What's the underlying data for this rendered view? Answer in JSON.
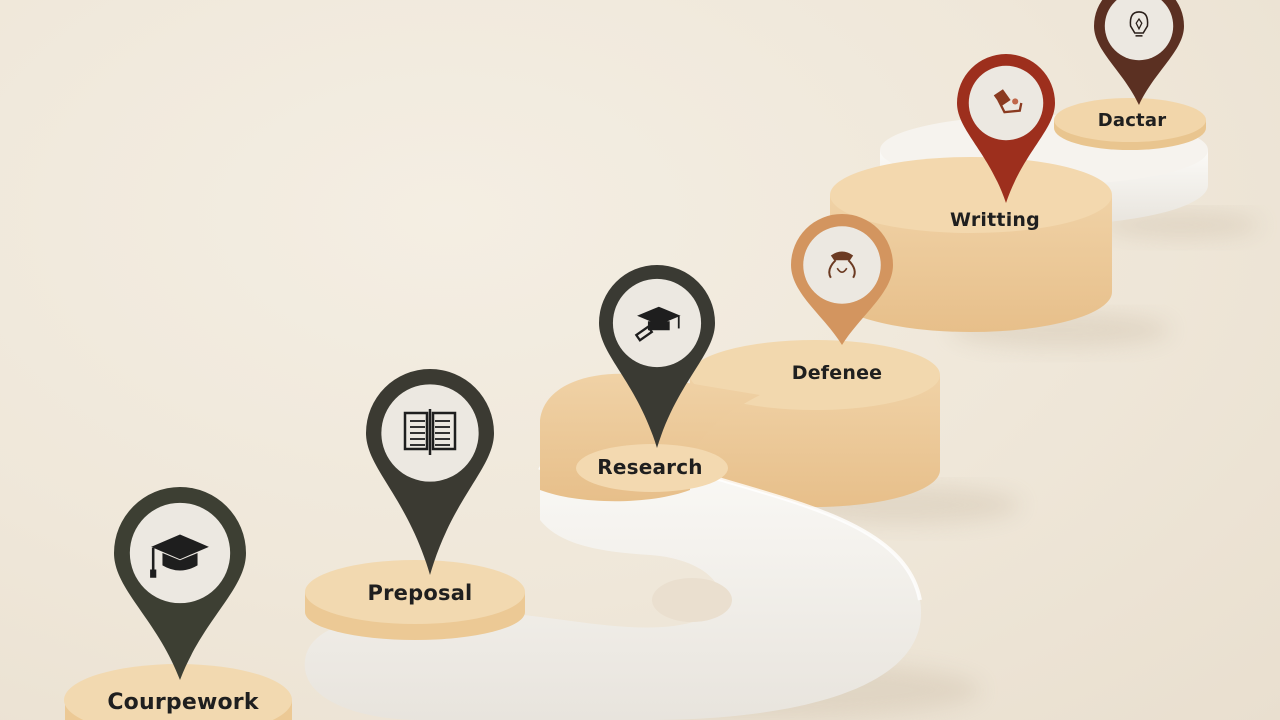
{
  "steps": [
    {
      "label": "Courpework",
      "icon": "graduation-cap-icon",
      "pin_color": "#3d3f33"
    },
    {
      "label": "Preposal",
      "icon": "open-book-icon",
      "pin_color": "#3b3a32"
    },
    {
      "label": "Research",
      "icon": "cap-magnifier-icon",
      "pin_color": "#3a3a33"
    },
    {
      "label": "Defenee",
      "icon": "presenter-icon",
      "pin_color": "#d3955f"
    },
    {
      "label": "Writting",
      "icon": "writing-hand-icon",
      "pin_color": "#9d2f1d"
    },
    {
      "label": "Dactar",
      "icon": "idea-bulb-icon",
      "pin_color": "#5b3022"
    }
  ],
  "colors": {
    "pedestal_top": "#f2d9b0",
    "pedestal_side": "#ecc995",
    "white_path": "#f7f5f1",
    "pin_inner": "#ece8e1"
  }
}
